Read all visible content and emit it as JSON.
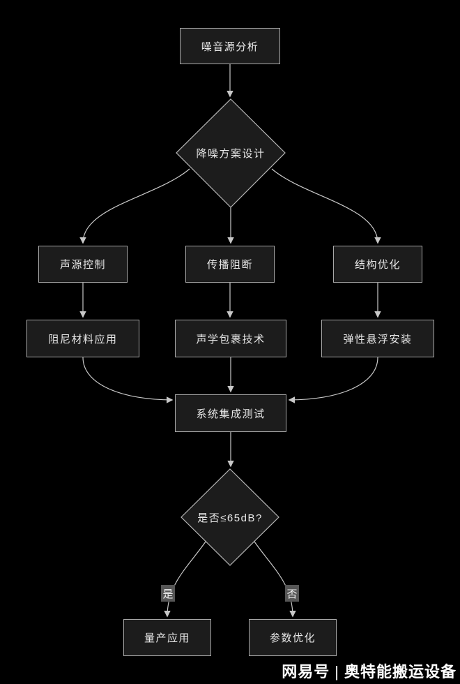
{
  "flowchart": {
    "nodes": {
      "noise_source": {
        "label": "噪音源分析"
      },
      "noise_design": {
        "label": "降噪方案设计"
      },
      "source_control": {
        "label": "声源控制"
      },
      "propagation_block": {
        "label": "传播阻断"
      },
      "structure_opt": {
        "label": "结构优化"
      },
      "damping_material": {
        "label": "阻尼材料应用"
      },
      "acoustic_wrap": {
        "label": "声学包裹技术"
      },
      "elastic_mount": {
        "label": "弹性悬浮安装"
      },
      "integration_test": {
        "label": "系统集成测试"
      },
      "decision": {
        "label": "是否≤65dB?"
      },
      "mass_production": {
        "label": "量产应用"
      },
      "param_opt": {
        "label": "参数优化"
      }
    },
    "edge_labels": {
      "yes": "是",
      "no": "否"
    },
    "colors": {
      "background": "#000000",
      "node_fill": "#1c1c1c",
      "node_border": "#a8a8a8",
      "connector": "#c8c8c8",
      "text": "#e8e8e8",
      "edge_label_bg": "#565656"
    }
  },
  "watermark": {
    "brand": "网易号",
    "separator": "|",
    "account": "奥特能搬运设备"
  }
}
